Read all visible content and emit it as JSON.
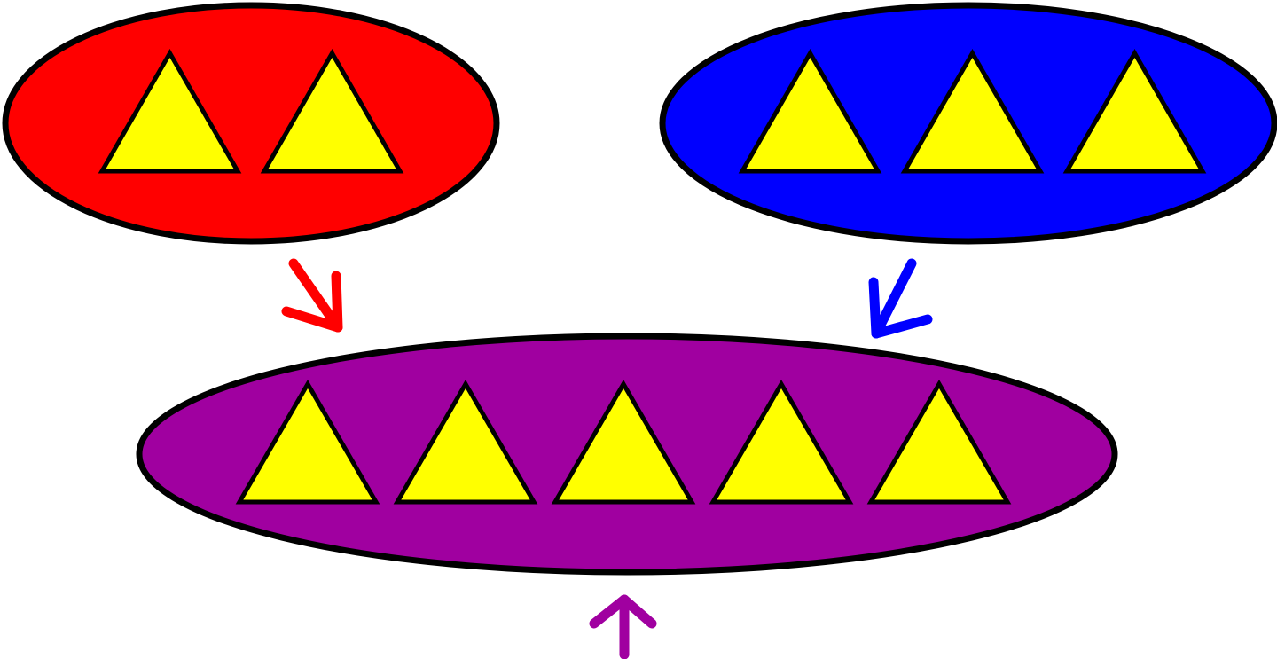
{
  "colors": {
    "background": "#ffffff",
    "outline": "#000000",
    "triangle_fill": "#ffff00"
  },
  "groups": [
    {
      "name": "red-group",
      "fill": "#ff0000",
      "triangle_count": 2
    },
    {
      "name": "blue-group",
      "fill": "#0000ff",
      "triangle_count": 3
    },
    {
      "name": "purple-group",
      "fill": "#a000a0",
      "triangle_count": 5
    }
  ],
  "arrows": [
    {
      "name": "red-arrow",
      "color": "#ff0000",
      "direction": "down-right",
      "from": "red-group",
      "to": "purple-group"
    },
    {
      "name": "blue-arrow",
      "color": "#0000ff",
      "direction": "down-left",
      "from": "blue-group",
      "to": "purple-group"
    },
    {
      "name": "purple-arrow",
      "color": "#a000a0",
      "direction": "up",
      "to": "purple-group"
    }
  ]
}
